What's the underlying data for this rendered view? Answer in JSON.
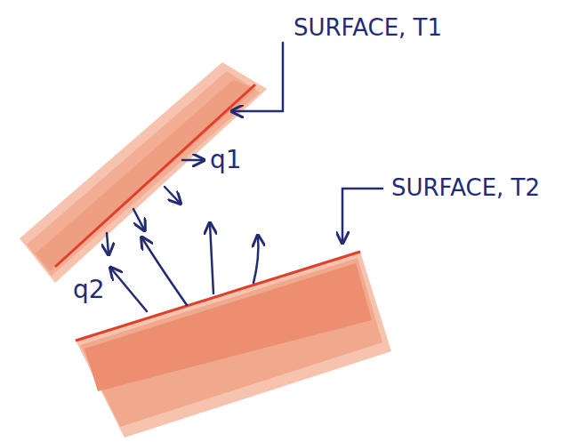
{
  "diagram": {
    "labels": [
      "SURFACE, T1",
      "SURFACE, T2",
      "q1",
      "q2"
    ]
  }
}
